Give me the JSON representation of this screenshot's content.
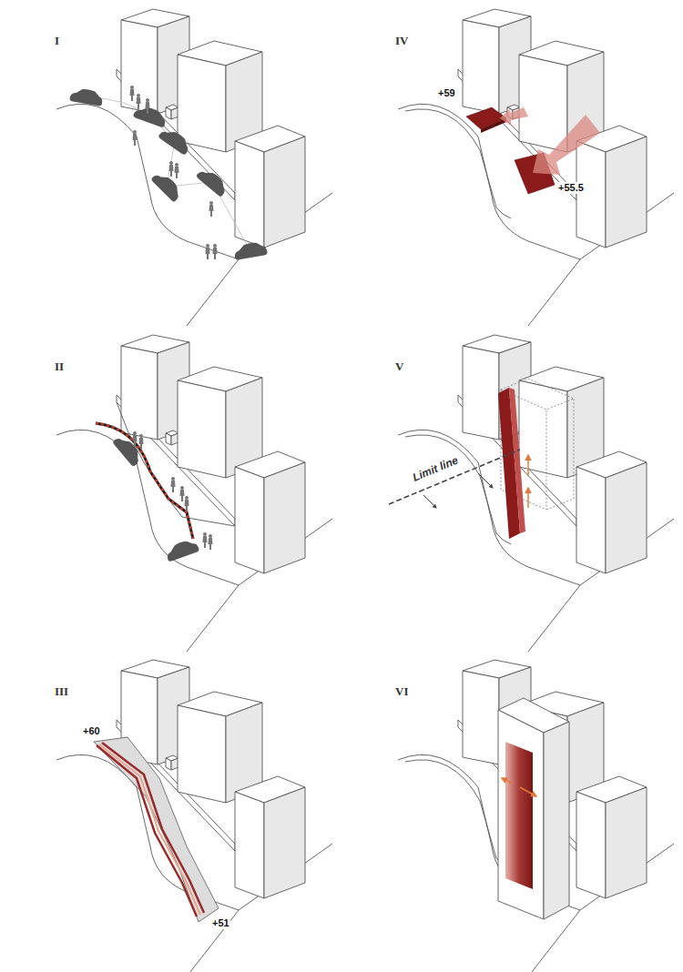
{
  "diagram": {
    "labels": [
      "I",
      "IV",
      "+59",
      "+55.5",
      "II",
      "V",
      "Limit line",
      "III",
      "+60",
      "+51",
      "VI"
    ]
  }
}
